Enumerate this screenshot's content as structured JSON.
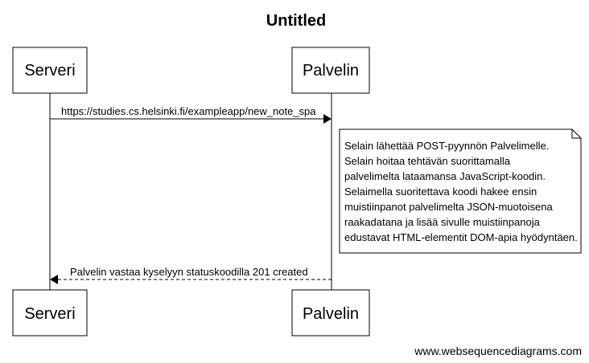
{
  "title": "Untitled",
  "participants": [
    {
      "id": "serveri",
      "label": "Serveri"
    },
    {
      "id": "palvelin",
      "label": "Palvelin"
    }
  ],
  "messages": [
    {
      "from": "serveri",
      "to": "palvelin",
      "style": "solid",
      "label": "https://studies.cs.helsinki.fi/exampleapp/new_note_spa"
    },
    {
      "from": "palvelin",
      "to": "serveri",
      "style": "dashed",
      "label": "Palvelin vastaa kyselyyn statuskoodilla 201 created"
    }
  ],
  "note": {
    "lines": [
      "Selain lähettää POST-pyynnön Palvelimelle.",
      "Selain hoitaa tehtävän suorittamalla",
      "palvelimelta lataamansa JavaScript-koodin.",
      "Selaimella suoritettava koodi hakee ensin",
      "muistiinpanot palvelimelta JSON-muotoisena",
      "raakadatana ja lisää sivulle muistiinpanoja",
      "edustavat HTML-elementit DOM-apia hyödyntäen."
    ]
  },
  "footer": "www.websequencediagrams.com",
  "colors": {
    "line": "#000000",
    "box_fill": "#ffffff",
    "text": "#000000"
  }
}
